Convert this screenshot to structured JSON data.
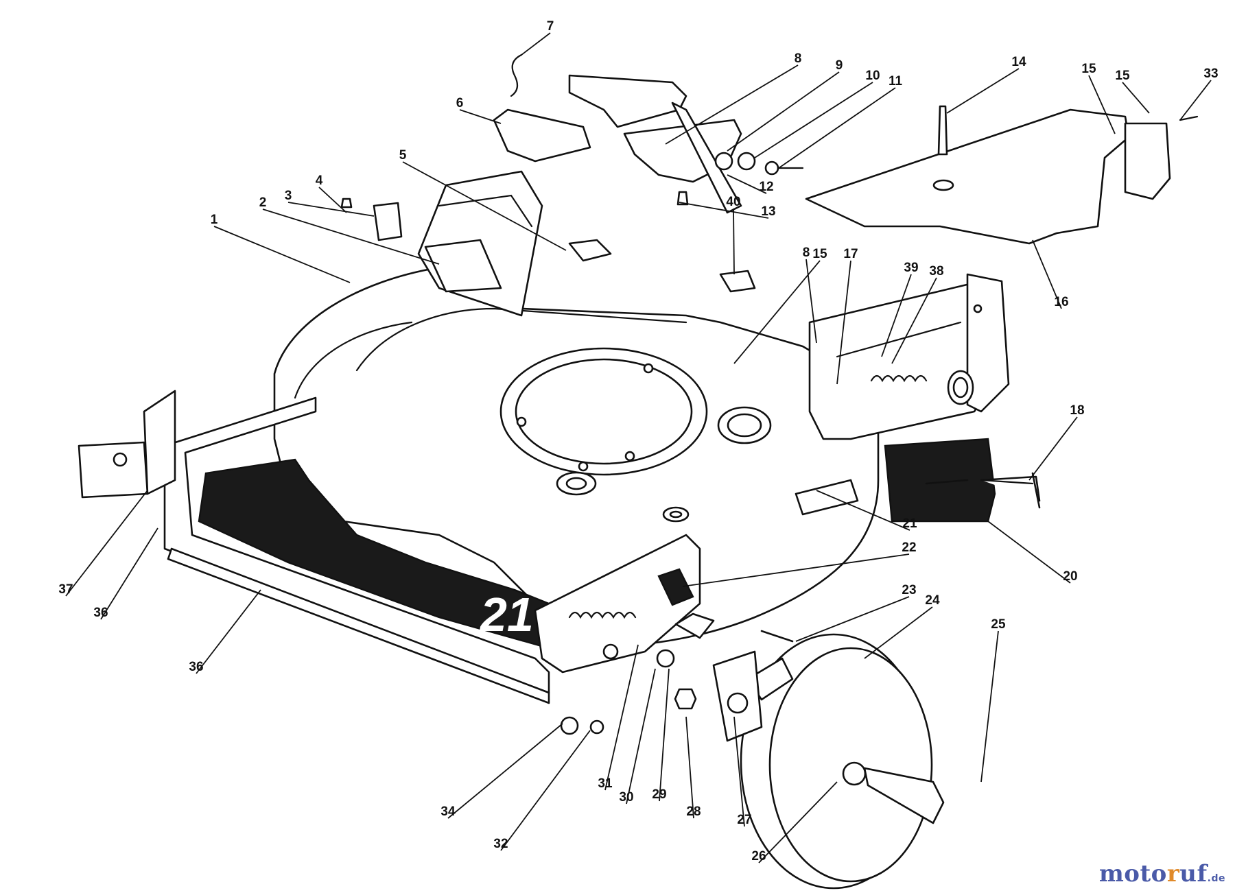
{
  "diagram": {
    "type": "exploded-parts-diagram",
    "subject": "lawn mower housing assembly",
    "callouts": [
      "1",
      "2",
      "3",
      "4",
      "5",
      "6",
      "7",
      "8",
      "9",
      "10",
      "11",
      "12",
      "13",
      "14",
      "15",
      "15",
      "15",
      "16",
      "17",
      "18",
      "20",
      "21",
      "22",
      "23",
      "24",
      "25",
      "26",
      "27",
      "28",
      "29",
      "30",
      "31",
      "32",
      "33",
      "34",
      "36",
      "36",
      "37",
      "38",
      "39",
      "40",
      "8"
    ],
    "decal_text": "21",
    "watermark": {
      "text_1": "moto",
      "text_2": "r",
      "text_3": "uf",
      "text_4": ".de",
      "color_primary": "#4a5aa8",
      "color_accent": "#e08a2a"
    }
  }
}
